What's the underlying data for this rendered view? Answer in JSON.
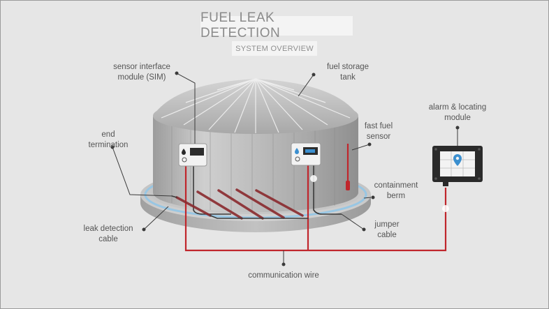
{
  "title": "FUEL LEAK DETECTION",
  "subtitle": "SYSTEM OVERVIEW",
  "labels": {
    "sim": "sensor interface\nmodule (SIM)",
    "tank": "fuel storage\ntank",
    "end_termination": "end\ntermination",
    "fast_fuel_sensor": "fast fuel\nsensor",
    "alarm_module": "alarm & locating\nmodule",
    "containment_berm": "containment\nberm",
    "leak_detection_cable": "leak detection\ncable",
    "jumper_cable": "jumper\ncable",
    "communication_wire": "communication wire"
  },
  "colors": {
    "background": "#e6e6e6",
    "wire_red": "#c0262c",
    "cable_dark": "#3a3a3a",
    "leak_glow": "#8fc6e8",
    "map_pin": "#3b8fcf",
    "water_drop": "#3b8fcf"
  }
}
